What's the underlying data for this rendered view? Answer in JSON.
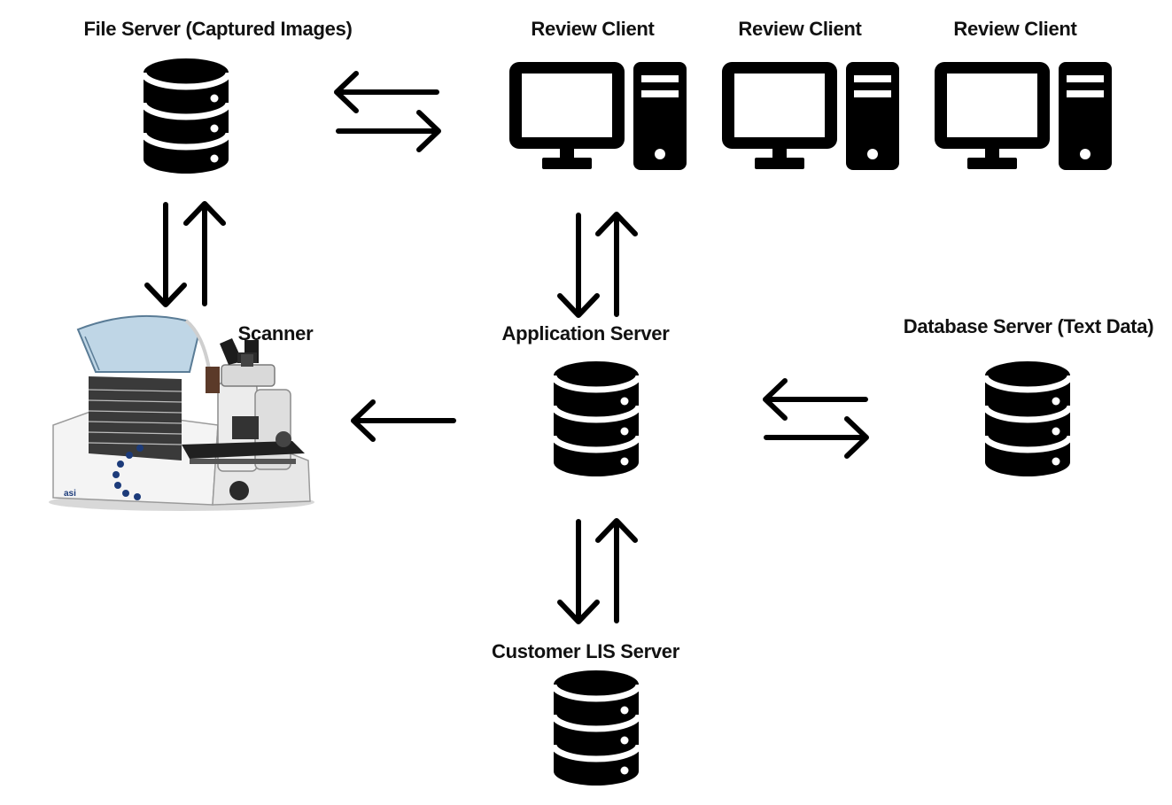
{
  "labels": {
    "file_server": "File Server (Captured Images)",
    "review_client_1": "Review Client",
    "review_client_2": "Review Client",
    "review_client_3": "Review Client",
    "scanner": "Scanner",
    "application_server": "Application Server",
    "database_server": "Database Server (Text Data)",
    "customer_lis_server": "Customer LIS Server"
  },
  "icons": {
    "server": "database-server-icon",
    "client": "desktop-computer-icon",
    "scanner": "slide-scanner-microscope-icon"
  },
  "colors": {
    "ink": "#000000",
    "background": "#ffffff"
  }
}
